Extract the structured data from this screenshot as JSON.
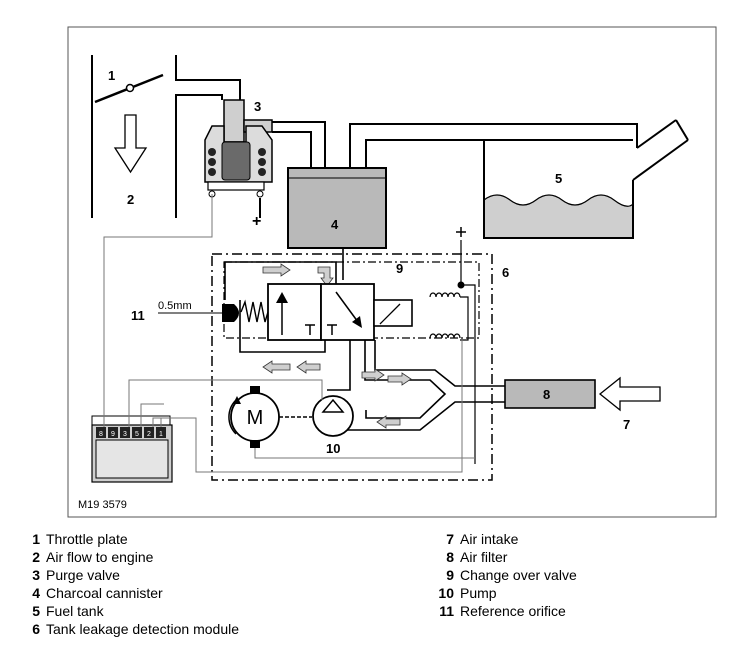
{
  "figure_code": "M19 3579",
  "callouts": {
    "c1": "1",
    "c2": "2",
    "c3": "3",
    "c4": "4",
    "c5": "5",
    "c6": "6",
    "c7": "7",
    "c8": "8",
    "c9": "9",
    "c10": "10",
    "c11": "11"
  },
  "orifice_size": "0.5mm",
  "motor_symbol": "M",
  "plus_sign": "+",
  "ecu_pins": [
    "8",
    "9",
    "3",
    "5",
    "2",
    "1"
  ],
  "legend_left": [
    {
      "num": "1",
      "text": "Throttle plate"
    },
    {
      "num": "2",
      "text": "Air flow to engine"
    },
    {
      "num": "3",
      "text": "Purge valve"
    },
    {
      "num": "4",
      "text": "Charcoal cannister"
    },
    {
      "num": "5",
      "text": "Fuel tank"
    },
    {
      "num": "6",
      "text": "Tank leakage detection module"
    }
  ],
  "legend_right": [
    {
      "num": "7",
      "text": "Air intake"
    },
    {
      "num": "8",
      "text": "Air filter"
    },
    {
      "num": "9",
      "text": "Change over valve"
    },
    {
      "num": "10",
      "text": "Pump"
    },
    {
      "num": "11",
      "text": "Reference orifice"
    }
  ]
}
